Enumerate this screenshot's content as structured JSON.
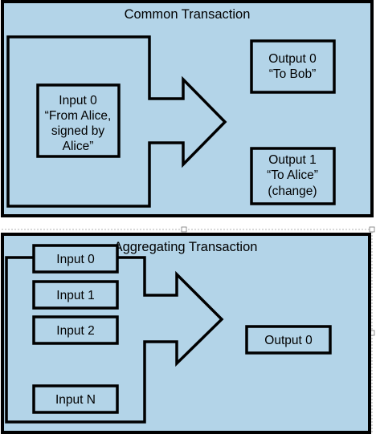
{
  "panels": [
    {
      "title": "Common Transaction",
      "inputs": [
        {
          "lines": [
            "Input 0",
            "“From Alice,",
            "signed by",
            "Alice”"
          ]
        }
      ],
      "outputs": [
        {
          "lines": [
            "Output 0",
            "“To Bob”"
          ]
        },
        {
          "lines": [
            "Output 1",
            "“To Alice”",
            "(change)"
          ]
        }
      ]
    },
    {
      "title": "Aggregating Transaction",
      "inputs": [
        {
          "lines": [
            "Input 0"
          ]
        },
        {
          "lines": [
            "Input 1"
          ]
        },
        {
          "lines": [
            "Input 2"
          ]
        },
        {
          "lines": [
            "Input N"
          ]
        }
      ],
      "outputs": [
        {
          "lines": [
            "Output 0"
          ]
        }
      ]
    }
  ],
  "colors": {
    "panel_fill": "#b3d4e8",
    "stroke": "#000000"
  }
}
